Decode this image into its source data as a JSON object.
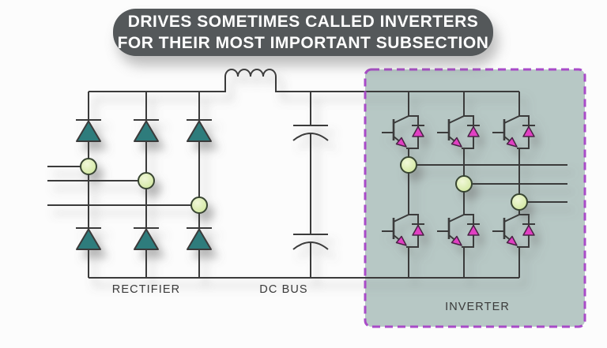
{
  "banner": {
    "line1": "DRIVES SOMETIMES CALLED INVERTERS",
    "line2": "FOR THEIR MOST IMPORTANT SUBSECTION"
  },
  "labels": {
    "rectifier": "RECTIFIER",
    "dc_bus": "DC BUS",
    "inverter": "INVERTER"
  },
  "components": {
    "input_phase_lines": 3,
    "rectifier_diodes": 6,
    "dc_bus_inductors": 1,
    "dc_bus_capacitors": 2,
    "inverter_igbts": 6,
    "output_phase_lines": 3,
    "junction_nodes": 6
  },
  "colors": {
    "page_bg": "#fcfcfc",
    "banner_bg": "#54585a",
    "banner_text": "#ffffff",
    "label_text": "#3a3a3a",
    "line": "#3a3a3a",
    "diode_fill": "#2e7b7c",
    "igbt_diode_fill": "#e13fc3",
    "pink_stroke": "#4a2344",
    "node_fill": "#cfe69b",
    "node_fill_hi": "#f1f8d9",
    "node_stroke": "#384430",
    "inverter_box_bg": "#b7c8c5",
    "inverter_box_border": "#a94bc8"
  }
}
